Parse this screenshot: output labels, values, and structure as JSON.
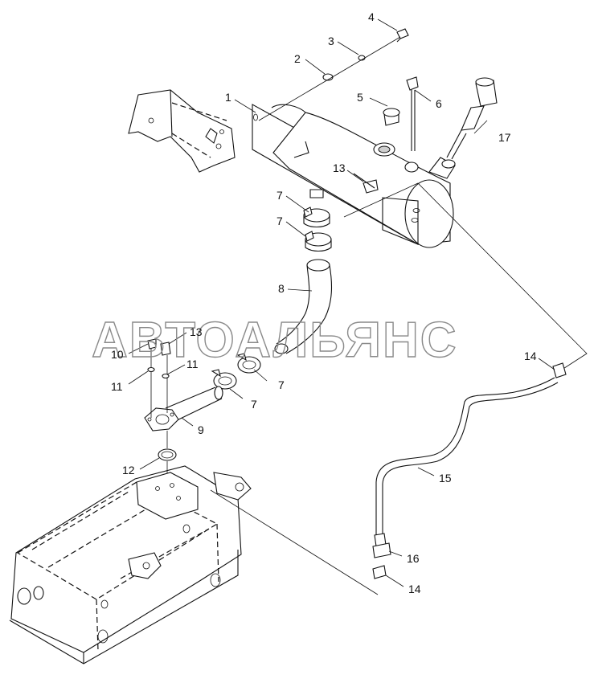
{
  "diagram": {
    "watermark": "АВТОАЛЬЯНС",
    "callouts": [
      {
        "id": "c1",
        "label": "1"
      },
      {
        "id": "c2",
        "label": "2"
      },
      {
        "id": "c3",
        "label": "3"
      },
      {
        "id": "c4",
        "label": "4"
      },
      {
        "id": "c5",
        "label": "5"
      },
      {
        "id": "c6",
        "label": "6"
      },
      {
        "id": "c17",
        "label": "17"
      },
      {
        "id": "c13a",
        "label": "13"
      },
      {
        "id": "c7a",
        "label": "7"
      },
      {
        "id": "c7b",
        "label": "7"
      },
      {
        "id": "c8",
        "label": "8"
      },
      {
        "id": "c13b",
        "label": "13"
      },
      {
        "id": "c10",
        "label": "10"
      },
      {
        "id": "c11a",
        "label": "11"
      },
      {
        "id": "c11b",
        "label": "11"
      },
      {
        "id": "c7c",
        "label": "7"
      },
      {
        "id": "c7d",
        "label": "7"
      },
      {
        "id": "c9",
        "label": "9"
      },
      {
        "id": "c12",
        "label": "12"
      },
      {
        "id": "c14a",
        "label": "14"
      },
      {
        "id": "c15",
        "label": "15"
      },
      {
        "id": "c16",
        "label": "16"
      },
      {
        "id": "c14b",
        "label": "14"
      }
    ]
  }
}
